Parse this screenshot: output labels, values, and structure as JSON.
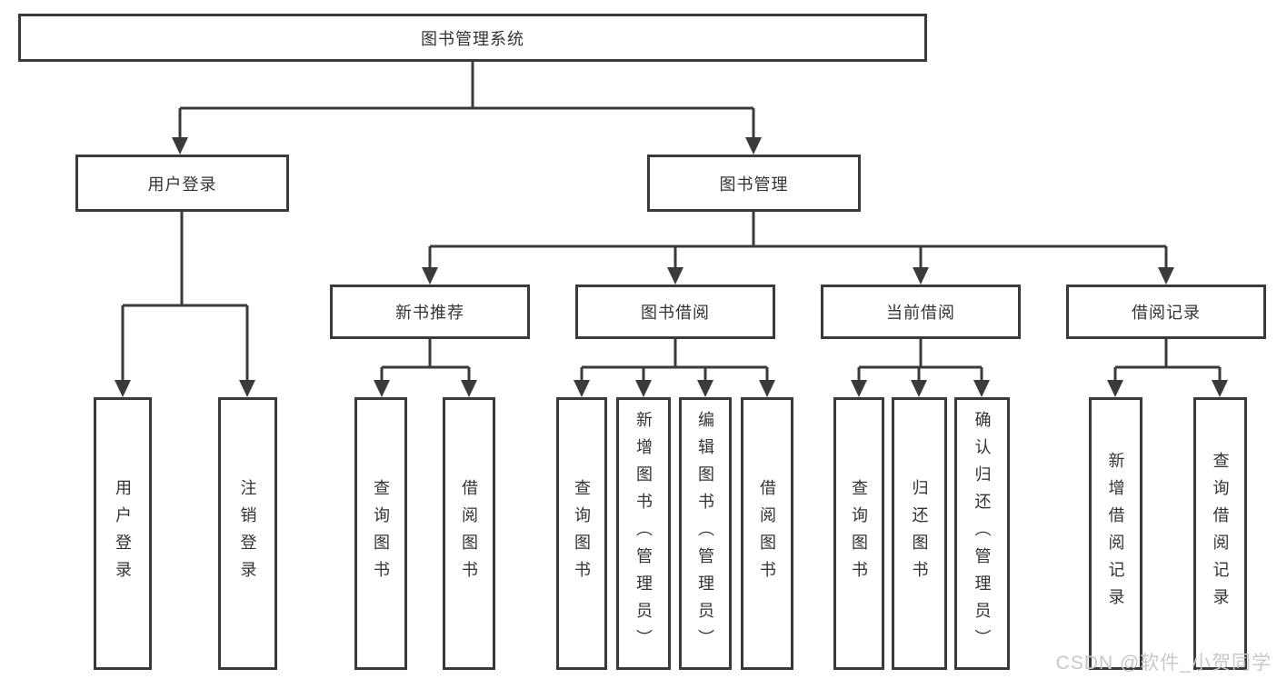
{
  "diagram": {
    "root": {
      "label": "图书管理系统"
    },
    "level2": [
      {
        "label": "用户登录"
      },
      {
        "label": "图书管理"
      }
    ],
    "level3": [
      {
        "label": "新书推荐"
      },
      {
        "label": "图书借阅"
      },
      {
        "label": "当前借阅"
      },
      {
        "label": "借阅记录"
      }
    ],
    "leaves": {
      "user_login": [
        {
          "label": "用户登录"
        },
        {
          "label": "注销登录"
        }
      ],
      "new_books": [
        {
          "label": "查询图书"
        },
        {
          "label": "借阅图书"
        }
      ],
      "book_borrow": [
        {
          "label": "查询图书"
        },
        {
          "label": "新增图书（管理员）"
        },
        {
          "label": "编辑图书（管理员）"
        },
        {
          "label": "借阅图书"
        }
      ],
      "current_borrow": [
        {
          "label": "查询图书"
        },
        {
          "label": "归还图书"
        },
        {
          "label": "确认归还（管理员）"
        }
      ],
      "borrow_records": [
        {
          "label": "新增借阅记录"
        },
        {
          "label": "查询借阅记录"
        }
      ]
    },
    "watermark": "CSDN @软件_小贺同学",
    "colors": {
      "line": "#3a3a3a",
      "text": "#333333",
      "box_fill": "#ffffff",
      "watermark": "#c8c8c8"
    }
  }
}
